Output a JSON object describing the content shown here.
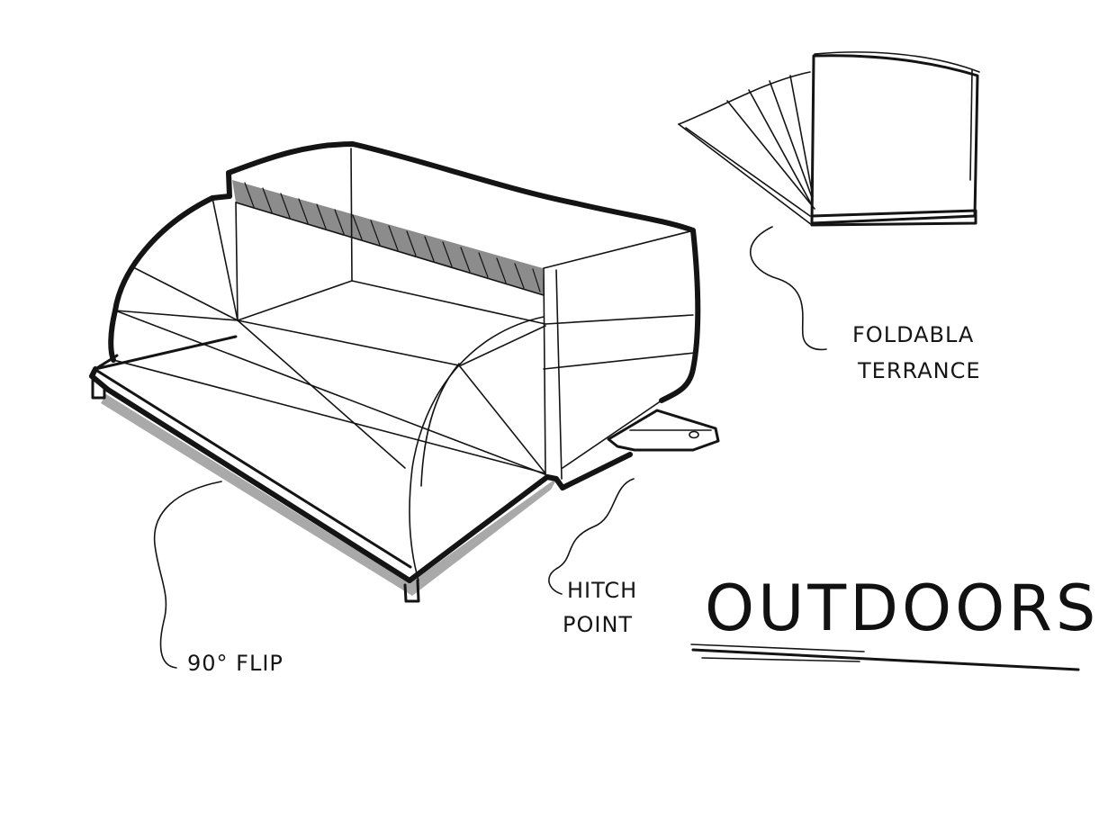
{
  "labels": {
    "foldable_line1": "FOLDABLA",
    "foldable_line2": "TERRANCE",
    "hitch_line1": "HITCH",
    "hitch_line2": "POINT",
    "flip": "90° FLIP",
    "brand": "OUTDOORSY"
  },
  "colors": {
    "ink": "#141414",
    "shadow_grey": "#a9a9a9",
    "hatch_grey": "#8c8c8c",
    "paper": "#ffffff"
  }
}
